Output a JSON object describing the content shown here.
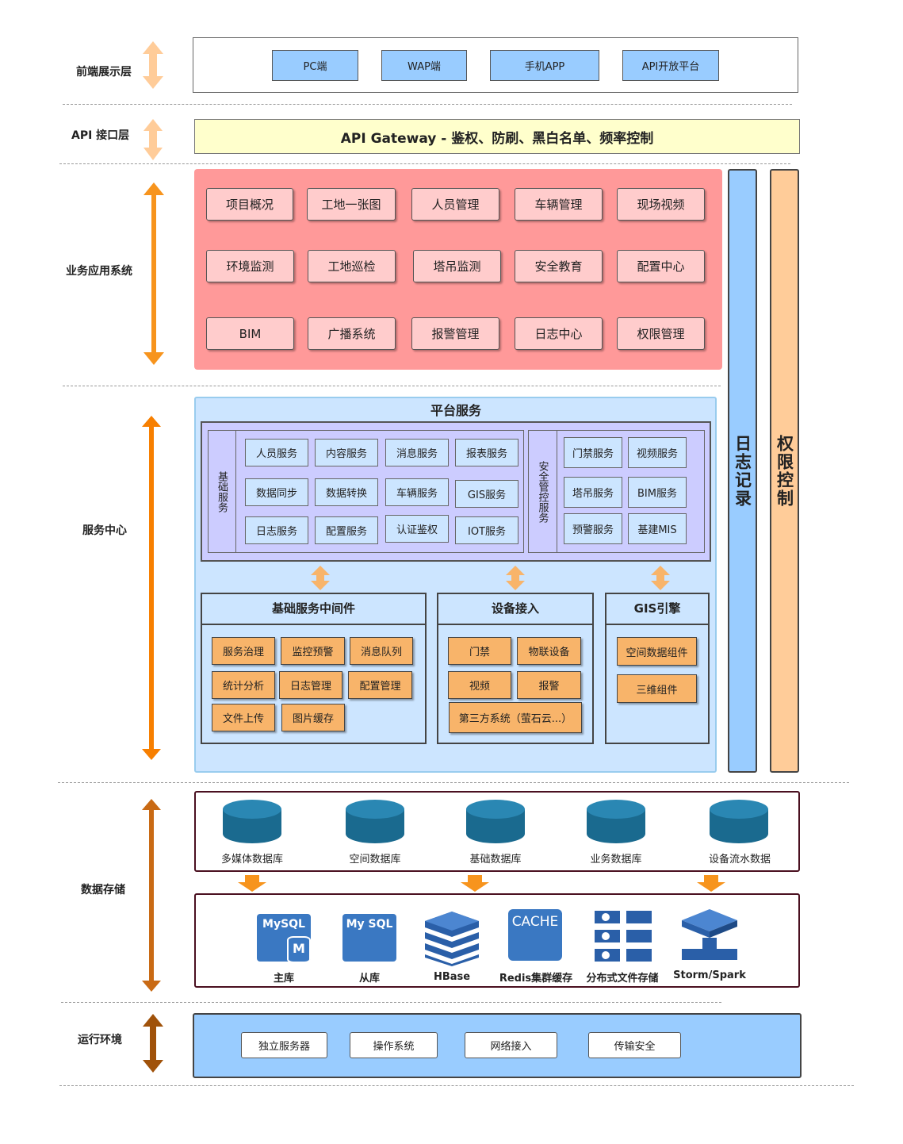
{
  "layers": {
    "frontend": "前端展示层",
    "api": "API 接口层",
    "business": "业务应用系统",
    "service": "服务中心",
    "storage": "数据存储",
    "runtime": "运行环境"
  },
  "frontend_items": [
    "PC端",
    "WAP端",
    "手机APP",
    "API开放平台"
  ],
  "api_gateway": "API Gateway - 鉴权、防刷、黑白名单、频率控制",
  "business_items": [
    [
      "项目概况",
      "工地一张图",
      "人员管理",
      "车辆管理",
      "现场视频"
    ],
    [
      "环境监测",
      "工地巡检",
      "塔吊监测",
      "安全教育",
      "配置中心"
    ],
    [
      "BIM",
      "广播系统",
      "报警管理",
      "日志中心",
      "权限管理"
    ]
  ],
  "side_bars": {
    "log": "日志记录",
    "auth": "权限控制"
  },
  "platform": {
    "title": "平台服务",
    "basic_label": "基础服务",
    "basic_items": [
      [
        "人员服务",
        "内容服务",
        "消息服务",
        "报表服务"
      ],
      [
        "数据同步",
        "数据转换",
        "车辆服务",
        "GIS服务"
      ],
      [
        "日志服务",
        "配置服务",
        "认证鉴权",
        "IOT服务"
      ]
    ],
    "security_label": "安全管控服务",
    "security_items": [
      [
        "门禁服务",
        "视频服务"
      ],
      [
        "塔吊服务",
        "BIM服务"
      ],
      [
        "预警服务",
        "基建MIS"
      ]
    ]
  },
  "middleware": {
    "title": "基础服务中间件",
    "items": [
      "服务治理",
      "监控预警",
      "消息队列",
      "统计分析",
      "日志管理",
      "配置管理",
      "文件上传",
      "图片缓存"
    ]
  },
  "device": {
    "title": "设备接入",
    "items": [
      "门禁",
      "物联设备",
      "视频",
      "报警",
      "第三方系统（萤石云...）"
    ]
  },
  "gis": {
    "title": "GIS引擎",
    "items": [
      "空间数据组件",
      "三维组件"
    ]
  },
  "databases": [
    "多媒体数据库",
    "空间数据库",
    "基础数据库",
    "业务数据库",
    "设备流水数据"
  ],
  "tech": {
    "mysql_logo": "MySQL",
    "mysql_badge": "M",
    "mysql_slave_logo": "My SQL",
    "cache_logo": "CACHE",
    "labels": [
      "主库",
      "从库",
      "HBase",
      "Redis集群缓存",
      "分布式文件存储",
      "Storm/Spark"
    ]
  },
  "runtime_items": [
    "独立服务器",
    "操作系统",
    "网络接入",
    "传输安全"
  ],
  "colors": {
    "front_box": "#99ccff",
    "gateway": "#ffffcc",
    "business_bg": "#ff9999",
    "business_box": "#ffcccc",
    "service_bg": "#cce5ff",
    "platform_bg": "#ccccff",
    "middleware_box": "#f8b46a",
    "log_bar": "#99ccff",
    "auth_bar": "#ffcc99",
    "db": "#1a6a8f",
    "runtime_bg": "#99ccff",
    "arrow_light": "#ffcc99",
    "arrow_orange": "#f7941d",
    "arrow_brown": "#a0520a"
  }
}
